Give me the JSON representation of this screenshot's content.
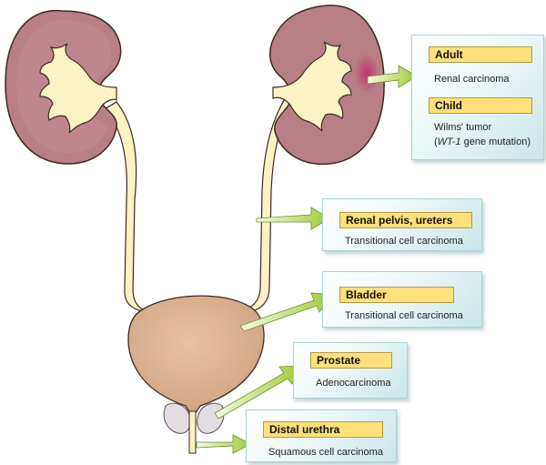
{
  "callouts": {
    "kidney": {
      "adult_label": "Adult",
      "adult_text": "Renal carcinoma",
      "child_label": "Child",
      "child_text": "Wilms' tumor",
      "child_note_italic": "WT-1",
      "child_note_rest": " gene mutation)",
      "child_note_open": "("
    },
    "renal_pelvis": {
      "label": "Renal pelvis, ureters",
      "text": "Transitional cell carcinoma"
    },
    "bladder": {
      "label": "Bladder",
      "text": "Transitional cell carcinoma"
    },
    "prostate": {
      "label": "Prostate",
      "text": "Adenocarcinoma"
    },
    "urethra": {
      "label": "Distal urethra",
      "text": "Squamous cell carcinoma"
    }
  },
  "colors": {
    "kidney_fill": "#b97f86",
    "pelvis_fill": "#fbf3c4",
    "bladder_fill": "#dcb391",
    "arrow_fill": "#a2cc3a",
    "tag_fill": "#ffe07a",
    "callout_fill": "#d6eeef",
    "prostate_fill": "#e3dde3"
  }
}
